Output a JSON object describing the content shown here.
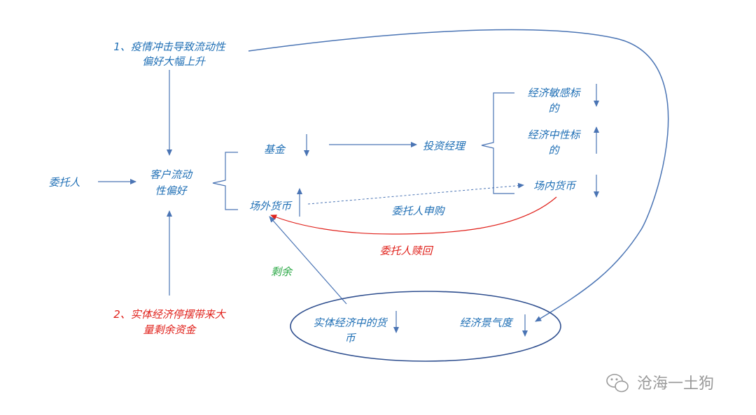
{
  "diagram": {
    "labels": {
      "pandemic_1": "1、疫情冲击导致流动性",
      "pandemic_2": "偏好大幅上升",
      "principal": "委托人",
      "client_pref_1": "客户流动",
      "client_pref_2": "性偏好",
      "fund": "基金",
      "otc_money": "场外货币",
      "investment_manager": "投资经理",
      "sensitive_1": "经济敏感标",
      "sensitive_2": "的",
      "neutral_1": "经济中性标",
      "neutral_2": "的",
      "onfloor_money": "场内货币",
      "principal_subscribe": "委托人申购",
      "principal_redeem": "委托人赎回",
      "surplus": "剩余",
      "real_econ_1": "2、实体经济停摆带来大",
      "real_econ_2": "量剩余资金",
      "money_in_real_1": "实体经济中的货",
      "money_in_real_2": "币",
      "business_climate": "经济景气度"
    },
    "watermark": "沧海一土狗",
    "colors": {
      "blue": "#1f6fb5",
      "line": "#4a74b4",
      "red": "#e0201a",
      "green": "#2aa845",
      "watermark": "#9a9a9a"
    }
  }
}
